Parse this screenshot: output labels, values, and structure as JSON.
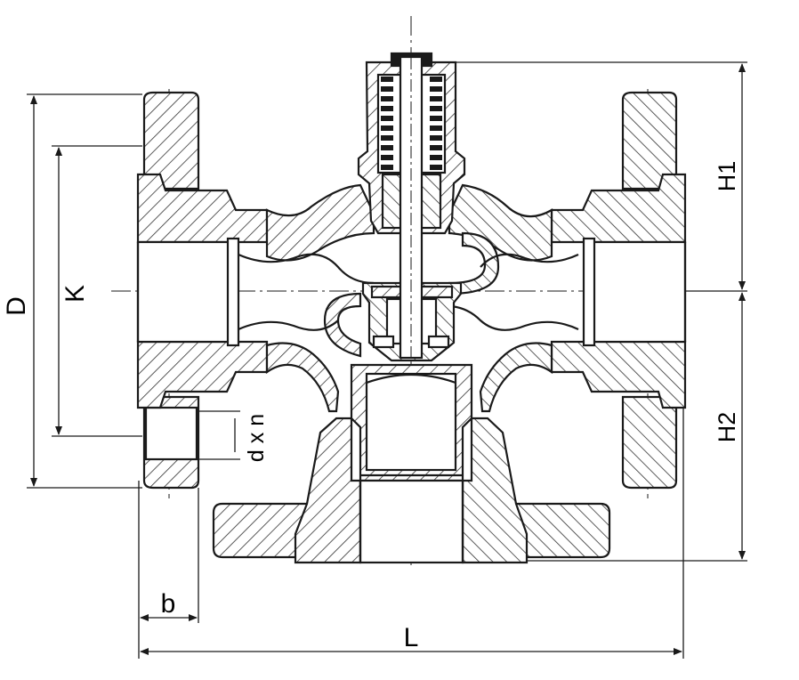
{
  "drawing": {
    "labels": {
      "D": "D",
      "K": "K",
      "dxn": "d x n",
      "H1": "H1",
      "H2": "H2",
      "b": "b",
      "L": "L"
    },
    "colors": {
      "line": "#1a1a1a",
      "background": "#ffffff",
      "hatch": "#333333"
    }
  }
}
